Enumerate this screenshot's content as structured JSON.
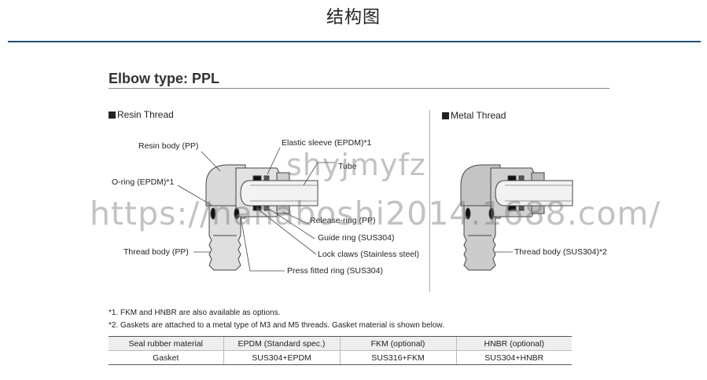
{
  "page_title": "结构图",
  "section_title": "Elbow type: PPL",
  "left_diagram": {
    "heading": "Resin Thread",
    "callouts": {
      "resin_body": "Resin body (PP)",
      "oring": "O-ring (EPDM)*1",
      "thread_body": "Thread body (PP)",
      "elastic_sleeve": "Elastic sleeve (EPDM)*1",
      "tube": "Tube",
      "release_ring": "Release-ring (PP)",
      "guide_ring": "Guide ring (SUS304)",
      "lock_claws": "Lock claws (Stainless steel)",
      "press_ring": "Press fitted ring (SUS304)"
    }
  },
  "right_diagram": {
    "heading": "Metal Thread",
    "callouts": {
      "thread_body": "Thread body (SUS304)*2"
    }
  },
  "notes": [
    "*1. FKM and HNBR are also available as options.",
    "*2. Gaskets are attached to a metal type of M3 and M5 threads. Gasket material is shown below."
  ],
  "table": {
    "header": [
      "Seal rubber material",
      "EPDM (Standard spec.)",
      "FKM (optional)",
      "HNBR (optional)"
    ],
    "row": [
      "Gasket",
      "SUS304+EPDM",
      "SUS316+FKM",
      "SUS304+HNBR"
    ]
  },
  "watermarks": {
    "line1": "shyjmyfz",
    "line2": "https://nanaboshi2014.1688.com/"
  },
  "colors": {
    "rule": "#1f4e79",
    "body_fill": "#d9d9d9",
    "metal_fill": "#c4c4c4",
    "seal": "#111111"
  }
}
